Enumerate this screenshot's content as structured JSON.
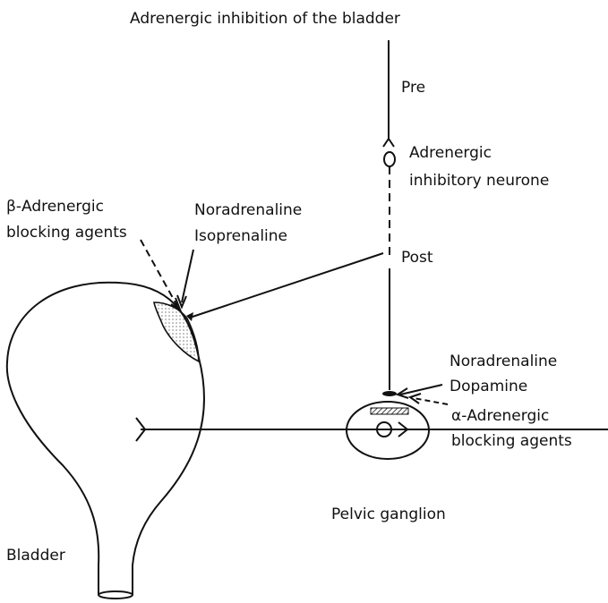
{
  "title": "Adrenergic inhibition of the bladder",
  "labels": {
    "pre": "Pre",
    "post": "Post",
    "adrenergic_neurone_line1": "Adrenergic",
    "adrenergic_neurone_line2": "inhibitory neurone",
    "beta_blocker_line1": "β-Adrenergic",
    "beta_blocker_line2": "blocking agents",
    "bladder_agonist_line1": "Noradrenaline",
    "bladder_agonist_line2": "Isoprenaline",
    "ganglion_agonist_line1": "Noradrenaline",
    "ganglion_agonist_line2": "Dopamine",
    "alpha_blocker_line1": "α-Adrenergic",
    "alpha_blocker_line2": "blocking agents",
    "ganglion": "Pelvic ganglion",
    "bladder": "Bladder"
  },
  "colors": {
    "ink": "#111111",
    "background": "#ffffff"
  }
}
